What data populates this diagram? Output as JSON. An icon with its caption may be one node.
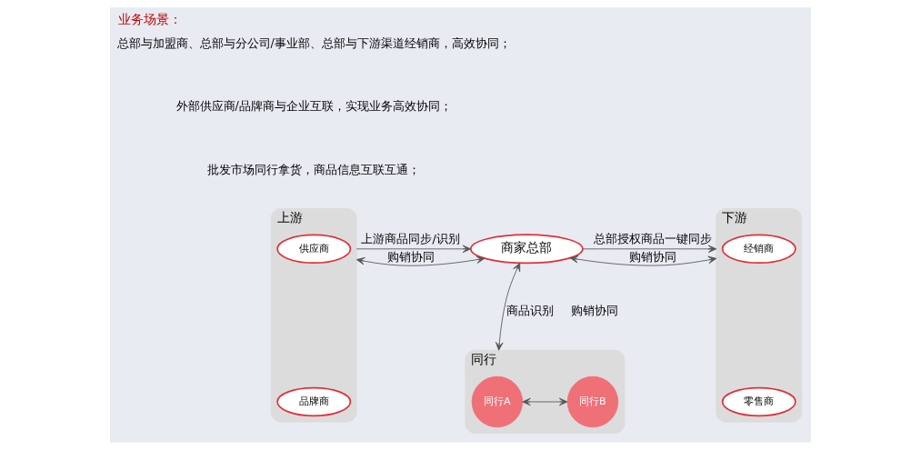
{
  "diagram": {
    "title": "业务场景：",
    "nodes": [
      {
        "text": [
          "上游"
        ]
      },
      {
        "text": [
          "供应商"
        ],
        "in": 0
      },
      {
        "text": [
          "品牌商"
        ],
        "in": 0
      },
      {
        "text": [
          "商家总部"
        ]
      },
      {
        "text": [
          "下游"
        ]
      },
      {
        "text": [
          "经销商"
        ],
        "in": 4
      },
      {
        "text": [
          "零售商"
        ],
        "in": 4
      },
      {
        "text": [
          "同行"
        ]
      },
      {
        "text": [
          "同行A"
        ],
        "in": 7
      },
      {
        "text": [
          "同行B"
        ],
        "in": 7
      }
    ],
    "edges": [
      {
        "from": 0,
        "to": 3,
        "arrow": "to",
        "label": "上游商品同步/识别"
      },
      {
        "from": 0,
        "to": 3,
        "arrow": "both",
        "label": "购销协同"
      },
      {
        "from": 3,
        "to": 4,
        "arrow": "to",
        "label": "总部授权商品一键同步"
      },
      {
        "from": 3,
        "to": 4,
        "arrow": "both",
        "label": "购销协同"
      },
      {
        "from": 3,
        "to": 7,
        "arrow": "both",
        "label": "商品识别"
      },
      {
        "from": 8,
        "to": 9,
        "arrow": "both"
      }
    ],
    "labels": [
      "总部与加盟商、总部与分公司/事业部、总部与下游渠道经销商，高效协同；",
      "外部供应商/品牌商与企业互联，实现业务高效协同；",
      "批发市场同行拿货，商品信息互联互通；",
      "购销协同"
    ]
  }
}
